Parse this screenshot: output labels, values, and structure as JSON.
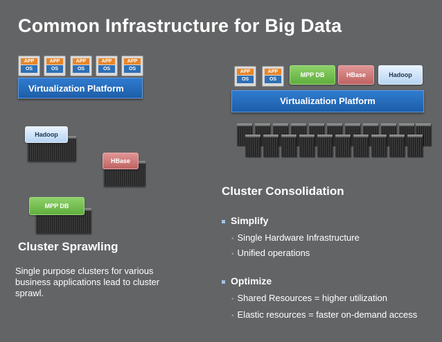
{
  "title": "Common Infrastructure for Big Data",
  "vm": {
    "app": "APP",
    "os": "OS"
  },
  "left": {
    "platform_label": "Virtualization Platform",
    "hadoop": "Hadoop",
    "hbase": "HBase",
    "mppdb": "MPP DB",
    "heading": "Cluster Sprawling",
    "description": "Single purpose clusters for various business applications lead to cluster sprawl."
  },
  "right": {
    "mppdb": "MPP DB",
    "hbase": "HBase",
    "hadoop": "Hadoop",
    "platform_label": "Virtualization Platform",
    "heading": "Cluster Consolidation",
    "groups": [
      {
        "label": "Simplify",
        "items": [
          "Single Hardware Infrastructure",
          "Unified operations"
        ]
      },
      {
        "label": "Optimize",
        "items": [
          "Shared Resources = higher utilization",
          "Elastic resources = faster on-demand access"
        ]
      }
    ]
  }
}
